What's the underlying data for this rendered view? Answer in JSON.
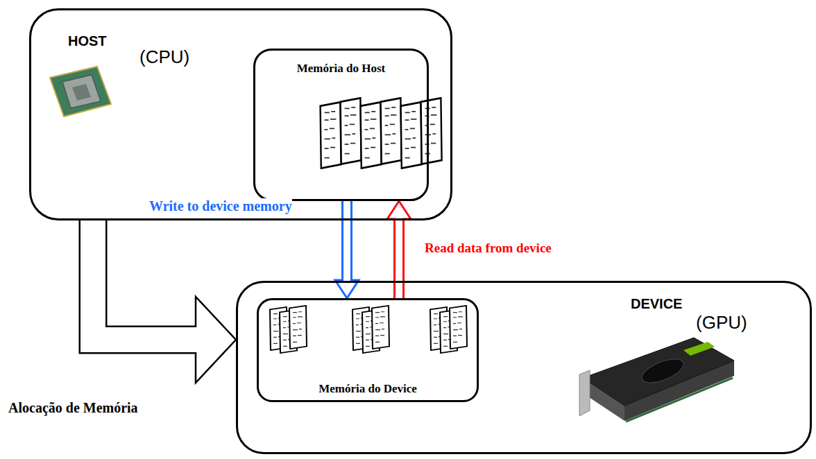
{
  "diagram": {
    "nodes": [
      {
        "text": [
          "HOST",
          "(CPU)"
        ]
      },
      {
        "text": [
          "Memória do Host"
        ],
        "in": 0
      },
      {
        "text": [
          "DEVICE",
          "(GPU)"
        ]
      },
      {
        "text": [
          "Memória do Device"
        ],
        "in": 2
      }
    ],
    "edges": [
      {
        "from": 1,
        "to": 3,
        "arrow": "to",
        "label": "Write to device memory"
      },
      {
        "from": 3,
        "to": 1,
        "arrow": "to",
        "label": "Read data from device"
      },
      {
        "from": 0,
        "to": 2,
        "arrow": "to",
        "label": "Alocação de Memória"
      }
    ]
  }
}
